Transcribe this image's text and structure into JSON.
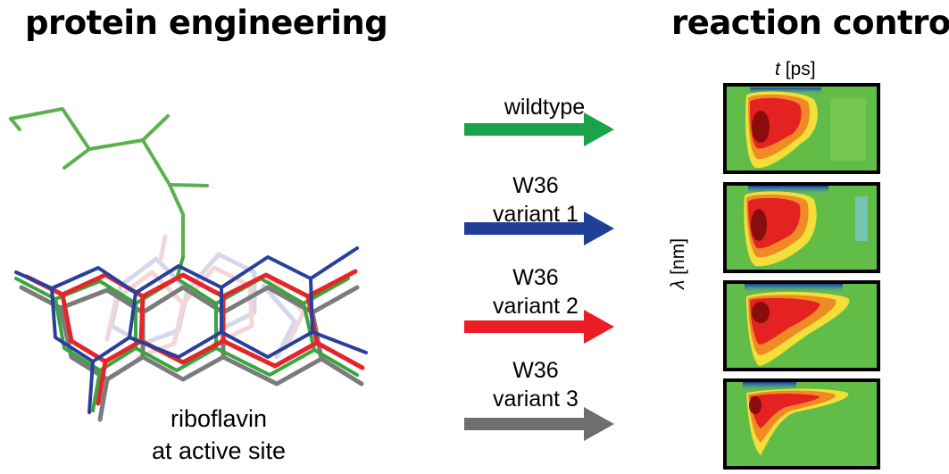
{
  "headings": {
    "left": "protein engineering",
    "right": "reaction control"
  },
  "molecule": {
    "caption_line1": "riboflavin",
    "caption_line2": "at active site",
    "colors": {
      "green": "#34a83a",
      "blue": "#2b3f9a",
      "red": "#e4262b",
      "grey": "#7b7b7b"
    }
  },
  "variants": [
    {
      "label_lines": [
        "wildtype"
      ],
      "color": "#1aa34a"
    },
    {
      "label_lines": [
        "W36",
        "variant 1"
      ],
      "color": "#1f3f97"
    },
    {
      "label_lines": [
        "W36",
        "variant 2"
      ],
      "color": "#ec1c24"
    },
    {
      "label_lines": [
        "W36",
        "variant 3"
      ],
      "color": "#6d6e70"
    }
  ],
  "maps": {
    "x_axis_label_italic": "t",
    "x_axis_label_unit": "[ps]",
    "y_axis_label_italic": "λ",
    "y_axis_label_unit": "[nm]",
    "background_color": "#5fbf4a"
  }
}
